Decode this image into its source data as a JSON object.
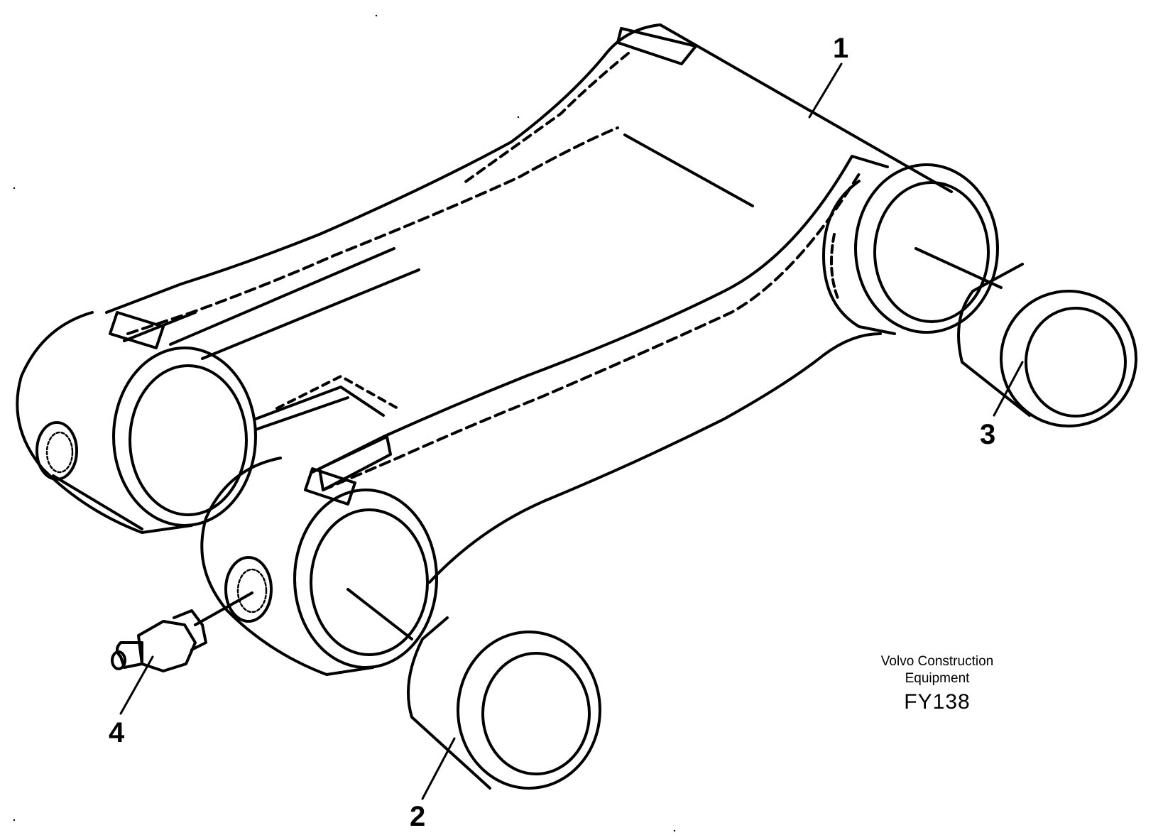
{
  "callouts": {
    "part_1": "1",
    "part_2": "2",
    "part_3": "3",
    "part_4": "4"
  },
  "credit": {
    "line1": "Volvo Construction",
    "line2": "Equipment",
    "code": "FY138"
  },
  "colors": {
    "line": "#000000",
    "background": "#ffffff"
  }
}
